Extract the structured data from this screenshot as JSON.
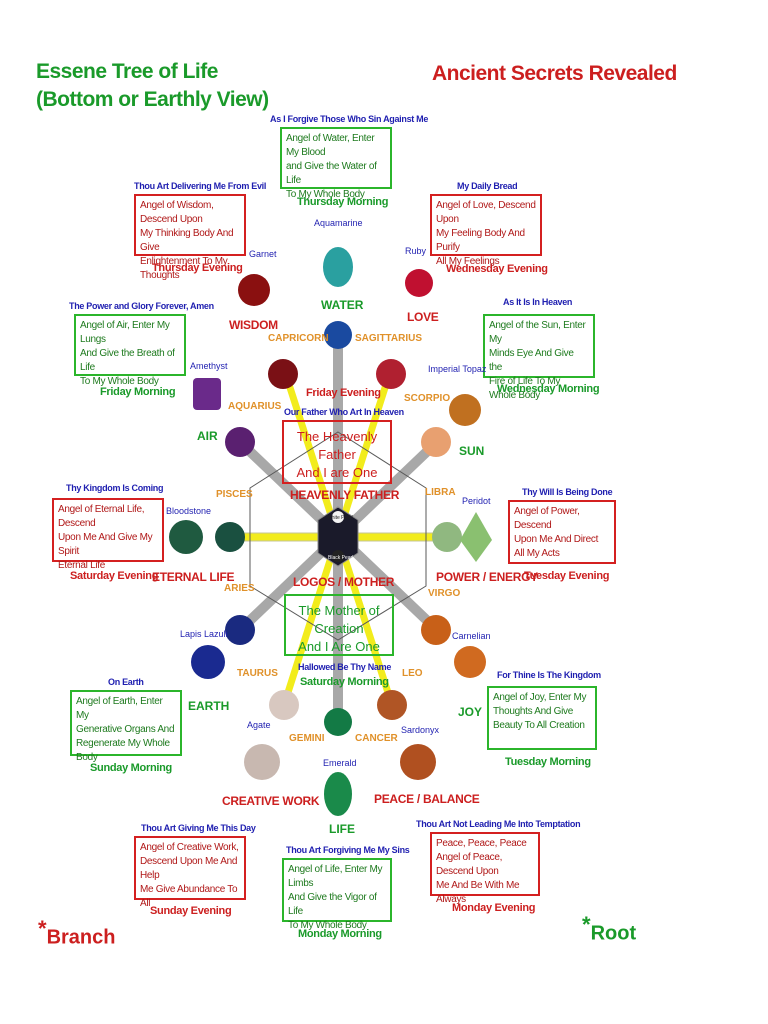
{
  "title_left": [
    "Essene Tree of Life",
    "(Bottom or Earthly View)"
  ],
  "title_right": "Ancient Secrets Revealed",
  "corner_left": "Branch",
  "corner_right": "Root",
  "center_top": {
    "lines": [
      "The Heavenly Father",
      "And I are One"
    ],
    "label": "HEAVENLY FATHER",
    "header": "Our Father Who Art In Heaven"
  },
  "center_bottom": {
    "lines": [
      "The Mother of Creation",
      "And I Are One"
    ],
    "label": "LOGOS / MOTHER",
    "header": "Hallowed Be Thy Name"
  },
  "hub": {
    "top": "White Pearl",
    "bottom": "Black Pearl"
  },
  "boxes": [
    {
      "id": "water",
      "header": "As I Forgive Those Who Sin Against Me",
      "lines": [
        "Angel of Water, Enter My Blood",
        "and Give the Water of Life",
        "To My Whole Body"
      ],
      "time": "Thursday Morning",
      "color": "green"
    },
    {
      "id": "wisdom",
      "header": "Thou Art Delivering Me From Evil",
      "lines": [
        "Angel of Wisdom, Descend Upon",
        "My Thinking Body And Give",
        "Enlightenment To My Thoughts"
      ],
      "time": "Thursday Evening",
      "color": "red"
    },
    {
      "id": "love",
      "header": "My Daily Bread",
      "lines": [
        "Angel of Love, Descend Upon",
        "My Feeling Body And Purify",
        "All My Feelings"
      ],
      "time": "Wednesday Evening",
      "color": "red"
    },
    {
      "id": "air",
      "header": "The Power and Glory Forever, Amen",
      "lines": [
        "Angel of Air, Enter My Lungs",
        "And Give the Breath of Life",
        "To My Whole Body"
      ],
      "time": "Friday Morning",
      "color": "green"
    },
    {
      "id": "sun",
      "header": "As It Is In Heaven",
      "lines": [
        "Angel of the Sun, Enter My",
        "Minds Eye And Give the",
        "Fire of Life To My Whole Body"
      ],
      "time": "Wednesday Morning",
      "color": "green"
    },
    {
      "id": "eternal",
      "header": "Thy Kingdom Is Coming",
      "lines": [
        "Angel of Eternal Life, Descend",
        "Upon Me And Give My Spirit",
        "Eternal Life"
      ],
      "time": "Saturday Evening",
      "color": "red"
    },
    {
      "id": "power",
      "header": "Thy Will Is Being Done",
      "lines": [
        "Angel of Power, Descend",
        "Upon Me And Direct",
        "All My Acts"
      ],
      "time": "Tuesday Evening",
      "color": "red"
    },
    {
      "id": "earth",
      "header": "On Earth",
      "lines": [
        "Angel of Earth, Enter My",
        "Generative Organs And",
        "Regenerate My Whole Body"
      ],
      "time": "Sunday Morning",
      "color": "green"
    },
    {
      "id": "joy",
      "header": "For Thine Is The Kingdom",
      "lines": [
        "Angel of Joy, Enter My",
        "Thoughts And Give",
        "Beauty To All Creation"
      ],
      "time": "Tuesday Morning",
      "color": "green"
    },
    {
      "id": "creative",
      "header": "Thou Art Giving Me This Day",
      "lines": [
        "Angel of Creative Work,",
        "Descend Upon Me And Help",
        "Me Give Abundance To All"
      ],
      "time": "Sunday Evening",
      "color": "red"
    },
    {
      "id": "life",
      "header": "Thou Art Forgiving Me My Sins",
      "lines": [
        "Angel of Life, Enter My Limbs",
        "And Give the Vigor of Life",
        "To My Whole Body"
      ],
      "time": "Monday Morning",
      "color": "green"
    },
    {
      "id": "peace",
      "header": "Thou Art Not Leading Me Into Temptation",
      "lines": [
        "Peace,  Peace,  Peace",
        "Angel of Peace, Descend Upon",
        "Me And Be With Me Always"
      ],
      "time": "Monday Evening",
      "color": "red"
    }
  ],
  "extra_labels": {
    "friday_evening": "Friday Evening",
    "saturday_morning": "Saturday Morning"
  },
  "elements": [
    {
      "id": "water",
      "text": "WATER",
      "color": "green"
    },
    {
      "id": "wisdom",
      "text": "WISDOM",
      "color": "red"
    },
    {
      "id": "love",
      "text": "LOVE",
      "color": "red"
    },
    {
      "id": "air",
      "text": "AIR",
      "color": "green"
    },
    {
      "id": "sun",
      "text": "SUN",
      "color": "green"
    },
    {
      "id": "eternal",
      "text": "ETERNAL LIFE",
      "color": "red"
    },
    {
      "id": "power",
      "text": "POWER / ENERGY",
      "color": "red"
    },
    {
      "id": "earth",
      "text": "EARTH",
      "color": "green"
    },
    {
      "id": "joy",
      "text": "JOY",
      "color": "green"
    },
    {
      "id": "creative",
      "text": "CREATIVE WORK",
      "color": "red"
    },
    {
      "id": "peace",
      "text": "PEACE / BALANCE",
      "color": "red"
    },
    {
      "id": "life",
      "text": "LIFE",
      "color": "green"
    }
  ],
  "zodiac": [
    "CAPRICORN",
    "SAGITTARIUS",
    "AQUARIUS",
    "SCORPIO",
    "PISCES",
    "LIBRA",
    "ARIES",
    "VIRGO",
    "TAURUS",
    "LEO",
    "GEMINI",
    "CANCER"
  ],
  "gems": [
    {
      "id": "aquamarine",
      "name": "Aquamarine",
      "color": "#2aa0a0"
    },
    {
      "id": "garnet",
      "name": "Garnet",
      "color": "#8a1010"
    },
    {
      "id": "ruby",
      "name": "Ruby",
      "color": "#c01030"
    },
    {
      "id": "amethyst",
      "name": "Amethyst",
      "color": "#6a2a8a"
    },
    {
      "id": "topaz",
      "name": "Imperial Topaz",
      "color": "#c07020"
    },
    {
      "id": "bloodstone",
      "name": "Bloodstone",
      "color": "#1f5a40"
    },
    {
      "id": "peridot",
      "name": "Peridot",
      "color": "#8ac070"
    },
    {
      "id": "lapis",
      "name": "Lapis Lazuli",
      "color": "#1a2a90"
    },
    {
      "id": "carnelian",
      "name": "Carnelian",
      "color": "#d06a20"
    },
    {
      "id": "agate",
      "name": "Agate",
      "color": "#c8b8b0"
    },
    {
      "id": "sardonyx",
      "name": "Sardonyx",
      "color": "#b05020"
    },
    {
      "id": "emerald",
      "name": "Emerald",
      "color": "#1a8a4a"
    }
  ]
}
